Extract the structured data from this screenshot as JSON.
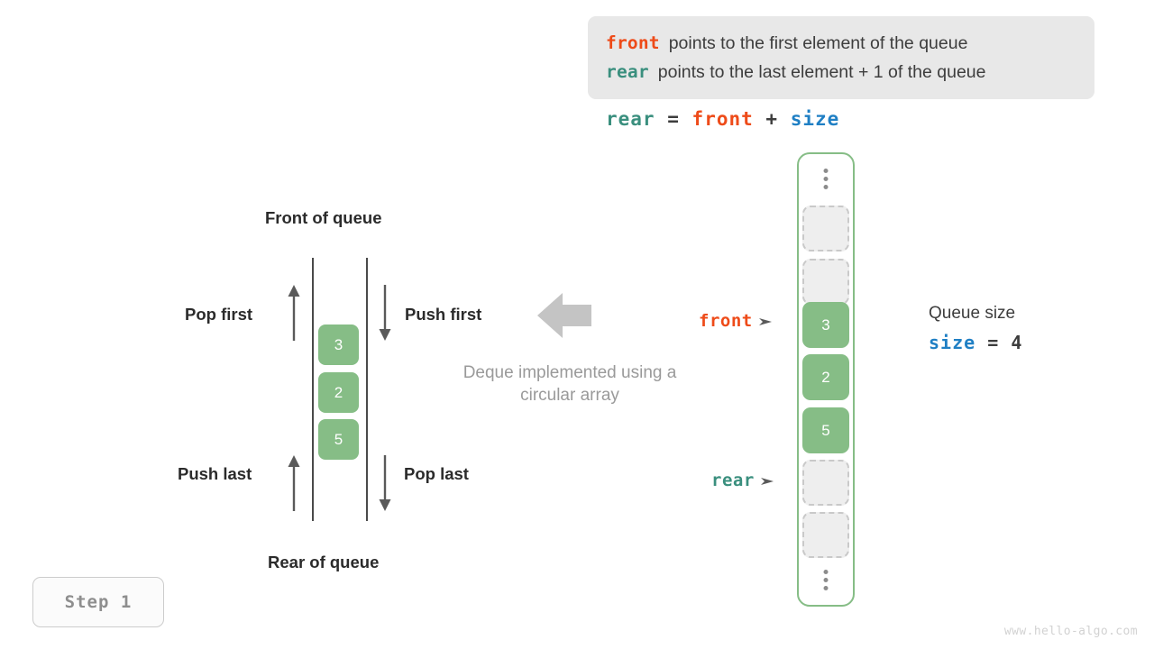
{
  "legend": {
    "lines": [
      {
        "term": "front",
        "term_color": "#ee4b19",
        "description": "points to the first element of the queue"
      },
      {
        "term": "rear",
        "term_color": "#3a8f7e",
        "description": "points to the last element + 1 of the queue"
      }
    ]
  },
  "formula": {
    "lhs": "rear",
    "eq": "=",
    "rhs1": "front",
    "plus": "+",
    "rhs2": "size"
  },
  "deque": {
    "front_label": "Front of queue",
    "rear_label": "Rear of queue",
    "caption": "Deque implemented using a circular array",
    "operations": [
      {
        "name": "pop-first",
        "label": "Pop first",
        "direction": "up"
      },
      {
        "name": "push-first",
        "label": "Push first",
        "direction": "down"
      },
      {
        "name": "push-last",
        "label": "Push last",
        "direction": "up"
      },
      {
        "name": "pop-last",
        "label": "Pop last",
        "direction": "down"
      }
    ],
    "cells": [
      "3",
      "2",
      "5"
    ]
  },
  "array": {
    "cells": [
      {
        "type": "ellipsis",
        "value": ""
      },
      {
        "type": "empty",
        "value": ""
      },
      {
        "type": "empty",
        "value": ""
      },
      {
        "type": "filled",
        "value": "3"
      },
      {
        "type": "filled",
        "value": "2"
      },
      {
        "type": "filled",
        "value": "5"
      },
      {
        "type": "empty",
        "value": ""
      },
      {
        "type": "empty",
        "value": ""
      },
      {
        "type": "ellipsis",
        "value": ""
      }
    ],
    "pointers": [
      {
        "name": "front",
        "label": "front",
        "color": "#ee4b19"
      },
      {
        "name": "rear",
        "label": "rear",
        "color": "#3a8f7e"
      }
    ]
  },
  "queue_size": {
    "title": "Queue size",
    "var": "size",
    "eq": "=",
    "value": "4"
  },
  "step": {
    "label": "Step 1"
  },
  "watermark": {
    "text": "www.hello-algo.com"
  },
  "colors": {
    "front": "#ee4b19",
    "rear": "#3a8f7e",
    "size": "#1f7fc4",
    "cell_green": "#86bd86",
    "legend_bg": "#e8e8e8",
    "empty_cell": "#eeeeee",
    "big_arrow": "#c4c4c4",
    "caption_gray": "#9a9a9a"
  }
}
